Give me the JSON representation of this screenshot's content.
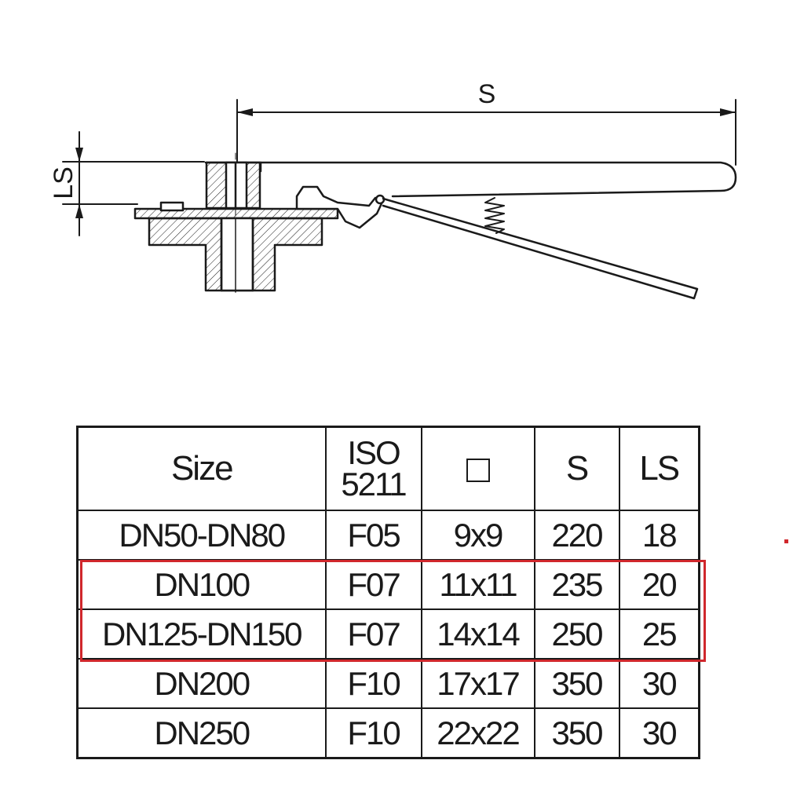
{
  "drawing": {
    "dimension_s": "S",
    "dimension_ls": "LS"
  },
  "table": {
    "headers": {
      "size": "Size",
      "iso_line1": "ISO",
      "iso_line2": "5211",
      "square": "square-icon",
      "s": "S",
      "ls": "LS"
    },
    "rows": [
      {
        "size": "DN50-DN80",
        "iso": "F05",
        "square": "9x9",
        "s": "220",
        "ls": "18"
      },
      {
        "size": "DN100",
        "iso": "F07",
        "square": "11x11",
        "s": "235",
        "ls": "20"
      },
      {
        "size": "DN125-DN150",
        "iso": "F07",
        "square": "14x14",
        "s": "250",
        "ls": "25"
      },
      {
        "size": "DN200",
        "iso": "F10",
        "square": "17x17",
        "s": "350",
        "ls": "30"
      },
      {
        "size": "DN250",
        "iso": "F10",
        "square": "22x22",
        "s": "350",
        "ls": "30"
      }
    ],
    "highlighted_rows": [
      "DN100",
      "DN125-DN150"
    ],
    "highlight_color": "#d0272c"
  }
}
